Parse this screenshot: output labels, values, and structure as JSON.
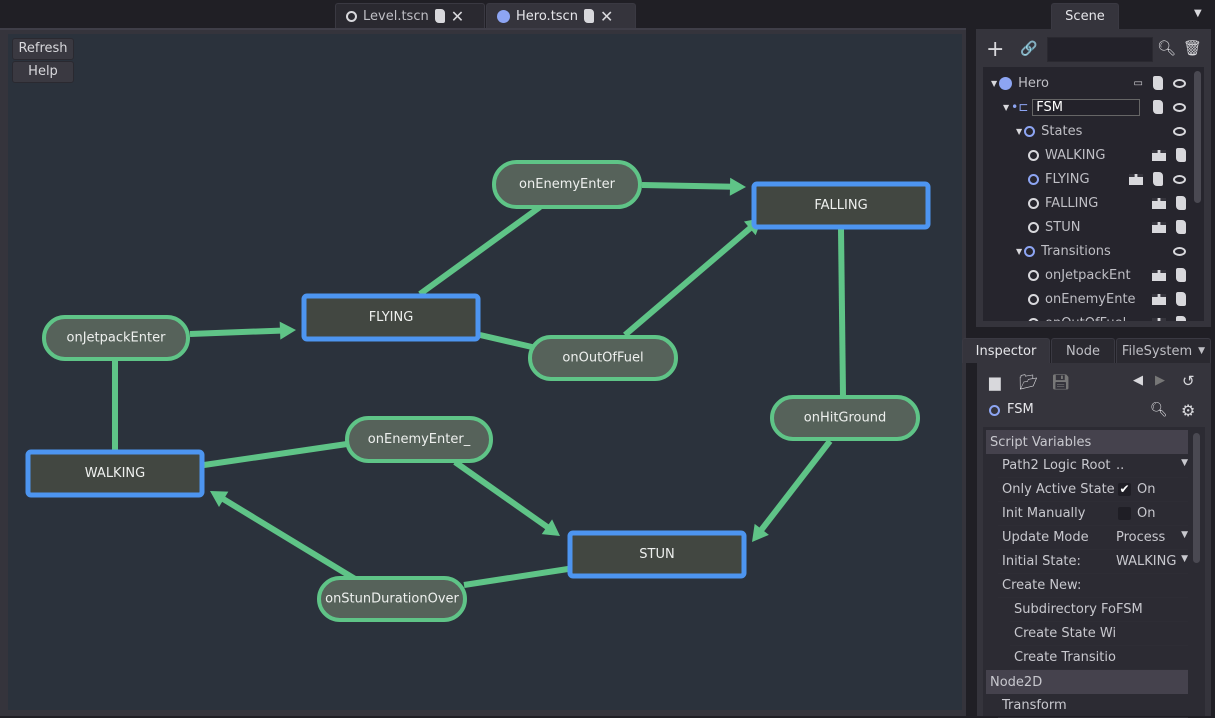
{
  "tabs": [
    {
      "label": "Level.tscn",
      "icon": "node-circle-icon",
      "active": false
    },
    {
      "label": "Hero.tscn",
      "icon": "globe-icon",
      "active": true
    }
  ],
  "toolbar": {
    "refresh": "Refresh",
    "help": "Help"
  },
  "graph": {
    "colors": {
      "background": "#2b323c",
      "state_fill": "#424741",
      "state_border": "#4d95f0",
      "transition_fill": "#56625a",
      "transition_border": "#5fc487",
      "edge": "#5fc487"
    },
    "states": [
      {
        "id": "FALLING",
        "label": "FALLING"
      },
      {
        "id": "FLYING",
        "label": "FLYING"
      },
      {
        "id": "WALKING",
        "label": "WALKING"
      },
      {
        "id": "STUN",
        "label": "STUN"
      }
    ],
    "transitions": [
      {
        "id": "onEnemyEnter",
        "label": "onEnemyEnter"
      },
      {
        "id": "onJetpackEnter",
        "label": "onJetpackEnter"
      },
      {
        "id": "onOutOfFuel",
        "label": "onOutOfFuel"
      },
      {
        "id": "onHitGround",
        "label": "onHitGround"
      },
      {
        "id": "onEnemyEnter_",
        "label": "onEnemyEnter_"
      },
      {
        "id": "onStunDurationOver",
        "label": "onStunDurationOver"
      }
    ],
    "edges": [
      {
        "from": "WALKING",
        "to": "onJetpackEnter"
      },
      {
        "from": "onJetpackEnter",
        "to": "FLYING"
      },
      {
        "from": "FLYING",
        "to": "onEnemyEnter"
      },
      {
        "from": "onEnemyEnter",
        "to": "FALLING"
      },
      {
        "from": "FLYING",
        "to": "onOutOfFuel"
      },
      {
        "from": "onOutOfFuel",
        "to": "FALLING"
      },
      {
        "from": "FALLING",
        "to": "onHitGround"
      },
      {
        "from": "onHitGround",
        "to": "STUN"
      },
      {
        "from": "WALKING",
        "to": "onEnemyEnter_"
      },
      {
        "from": "onEnemyEnter_",
        "to": "STUN"
      },
      {
        "from": "STUN",
        "to": "onStunDurationOver"
      },
      {
        "from": "onStunDurationOver",
        "to": "WALKING"
      }
    ]
  },
  "scene": {
    "tab": "Scene",
    "filter_value": "",
    "tree": [
      {
        "label": "Hero",
        "icon": "globe-icon",
        "level": 0
      },
      {
        "label": "FSM",
        "icon": "fsm-icon",
        "level": 1,
        "editing": true
      },
      {
        "label": "States",
        "icon": "node-circle-icon",
        "level": 2
      },
      {
        "label": "WALKING",
        "level": 3
      },
      {
        "label": "FLYING",
        "level": 3
      },
      {
        "label": "FALLING",
        "level": 3
      },
      {
        "label": "STUN",
        "level": 3
      },
      {
        "label": "Transitions",
        "icon": "node-circle-icon",
        "level": 2
      },
      {
        "label": "onJetpackEnt",
        "level": 3
      },
      {
        "label": "onEnemyEnte",
        "level": 3
      },
      {
        "label": "onOutOfFuel",
        "level": 3
      }
    ]
  },
  "dock_tabs": [
    "Inspector",
    "Node",
    "FileSystem"
  ],
  "inspector": {
    "node_name": "FSM",
    "sections": {
      "script_variables": "Script Variables",
      "node2d": "Node2D"
    },
    "props": [
      {
        "label": "Path2 Logic Root",
        "value": ".."
      },
      {
        "label": "Only Active State",
        "value": "On",
        "checked": true
      },
      {
        "label": "Init Manually",
        "value": "On",
        "checked": false
      },
      {
        "label": "Update Mode",
        "value": "Process"
      },
      {
        "label": "Initial State:",
        "value": "WALKING"
      },
      {
        "label": "Create New:",
        "value": ""
      },
      {
        "label": "Subdirectory Fo",
        "value": "FSM"
      },
      {
        "label": "Create State Wi",
        "value": ""
      },
      {
        "label": "Create Transitio",
        "value": ""
      },
      {
        "label": "Transform",
        "value": ""
      }
    ]
  }
}
